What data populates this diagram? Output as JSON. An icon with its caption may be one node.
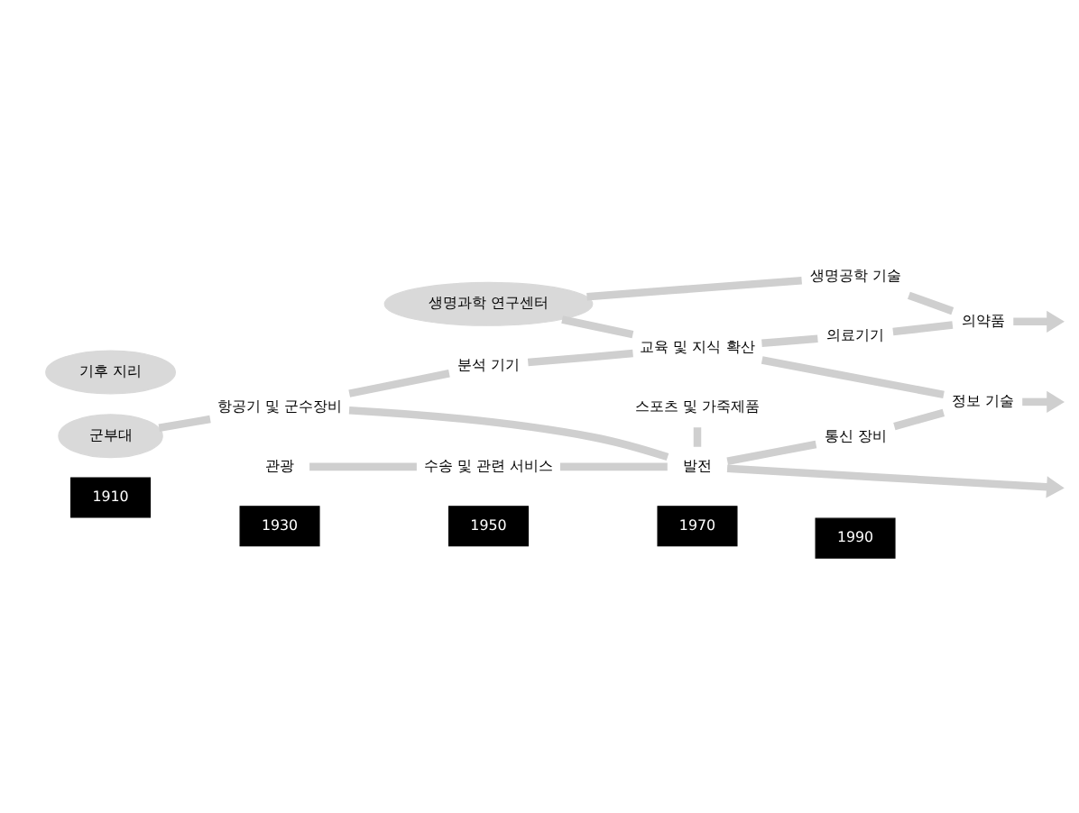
{
  "diagram": {
    "nodes": [
      {
        "text": [
          "기후 지리"
        ]
      },
      {
        "text": [
          "관광"
        ]
      },
      {
        "text": [
          "스포츠 및 가죽제품"
        ]
      },
      {
        "text": [
          "수송 및 관련 서비스"
        ]
      },
      {
        "text": [
          "발전"
        ]
      },
      {
        "text": [
          "군부대"
        ]
      },
      {
        "text": [
          "항공기 및 군수장비"
        ]
      },
      {
        "text": [
          "통신 장비"
        ]
      },
      {
        "text": [
          "정보 기술"
        ]
      },
      {
        "text": [
          "분석 기기"
        ]
      },
      {
        "text": [
          "교육 및 지식 확산"
        ]
      },
      {
        "text": [
          "생명과학 연구센터"
        ]
      },
      {
        "text": [
          "의료기기"
        ]
      },
      {
        "text": [
          "생명공학 기술"
        ]
      },
      {
        "text": [
          "의약품"
        ]
      }
    ],
    "edges": [
      {
        "from": 5,
        "to": 6,
        "arrow": "none"
      },
      {
        "from": 6,
        "to": 4,
        "arrow": "none"
      },
      {
        "from": 1,
        "to": 3,
        "arrow": "none"
      },
      {
        "from": 3,
        "to": 4,
        "arrow": "none"
      },
      {
        "from": 2,
        "to": 4,
        "arrow": "none"
      },
      {
        "from": 4,
        "to": null,
        "arrow": "to"
      },
      {
        "from": 4,
        "to": 7,
        "arrow": "none"
      },
      {
        "from": 7,
        "to": 8,
        "arrow": "none"
      },
      {
        "from": 11,
        "to": 10,
        "arrow": "none"
      },
      {
        "from": 10,
        "to": 8,
        "arrow": "none"
      },
      {
        "from": 8,
        "to": null,
        "arrow": "to"
      },
      {
        "from": 6,
        "to": 9,
        "arrow": "none"
      },
      {
        "from": 9,
        "to": 10,
        "arrow": "none"
      },
      {
        "from": 10,
        "to": 12,
        "arrow": "none"
      },
      {
        "from": 11,
        "to": 13,
        "arrow": "none"
      },
      {
        "from": 12,
        "to": 14,
        "arrow": "none"
      },
      {
        "from": 13,
        "to": 14,
        "arrow": "none"
      },
      {
        "from": 14,
        "to": null,
        "arrow": "to"
      }
    ],
    "labels": [
      "1910",
      "1930",
      "1950",
      "1970",
      "1990"
    ]
  }
}
